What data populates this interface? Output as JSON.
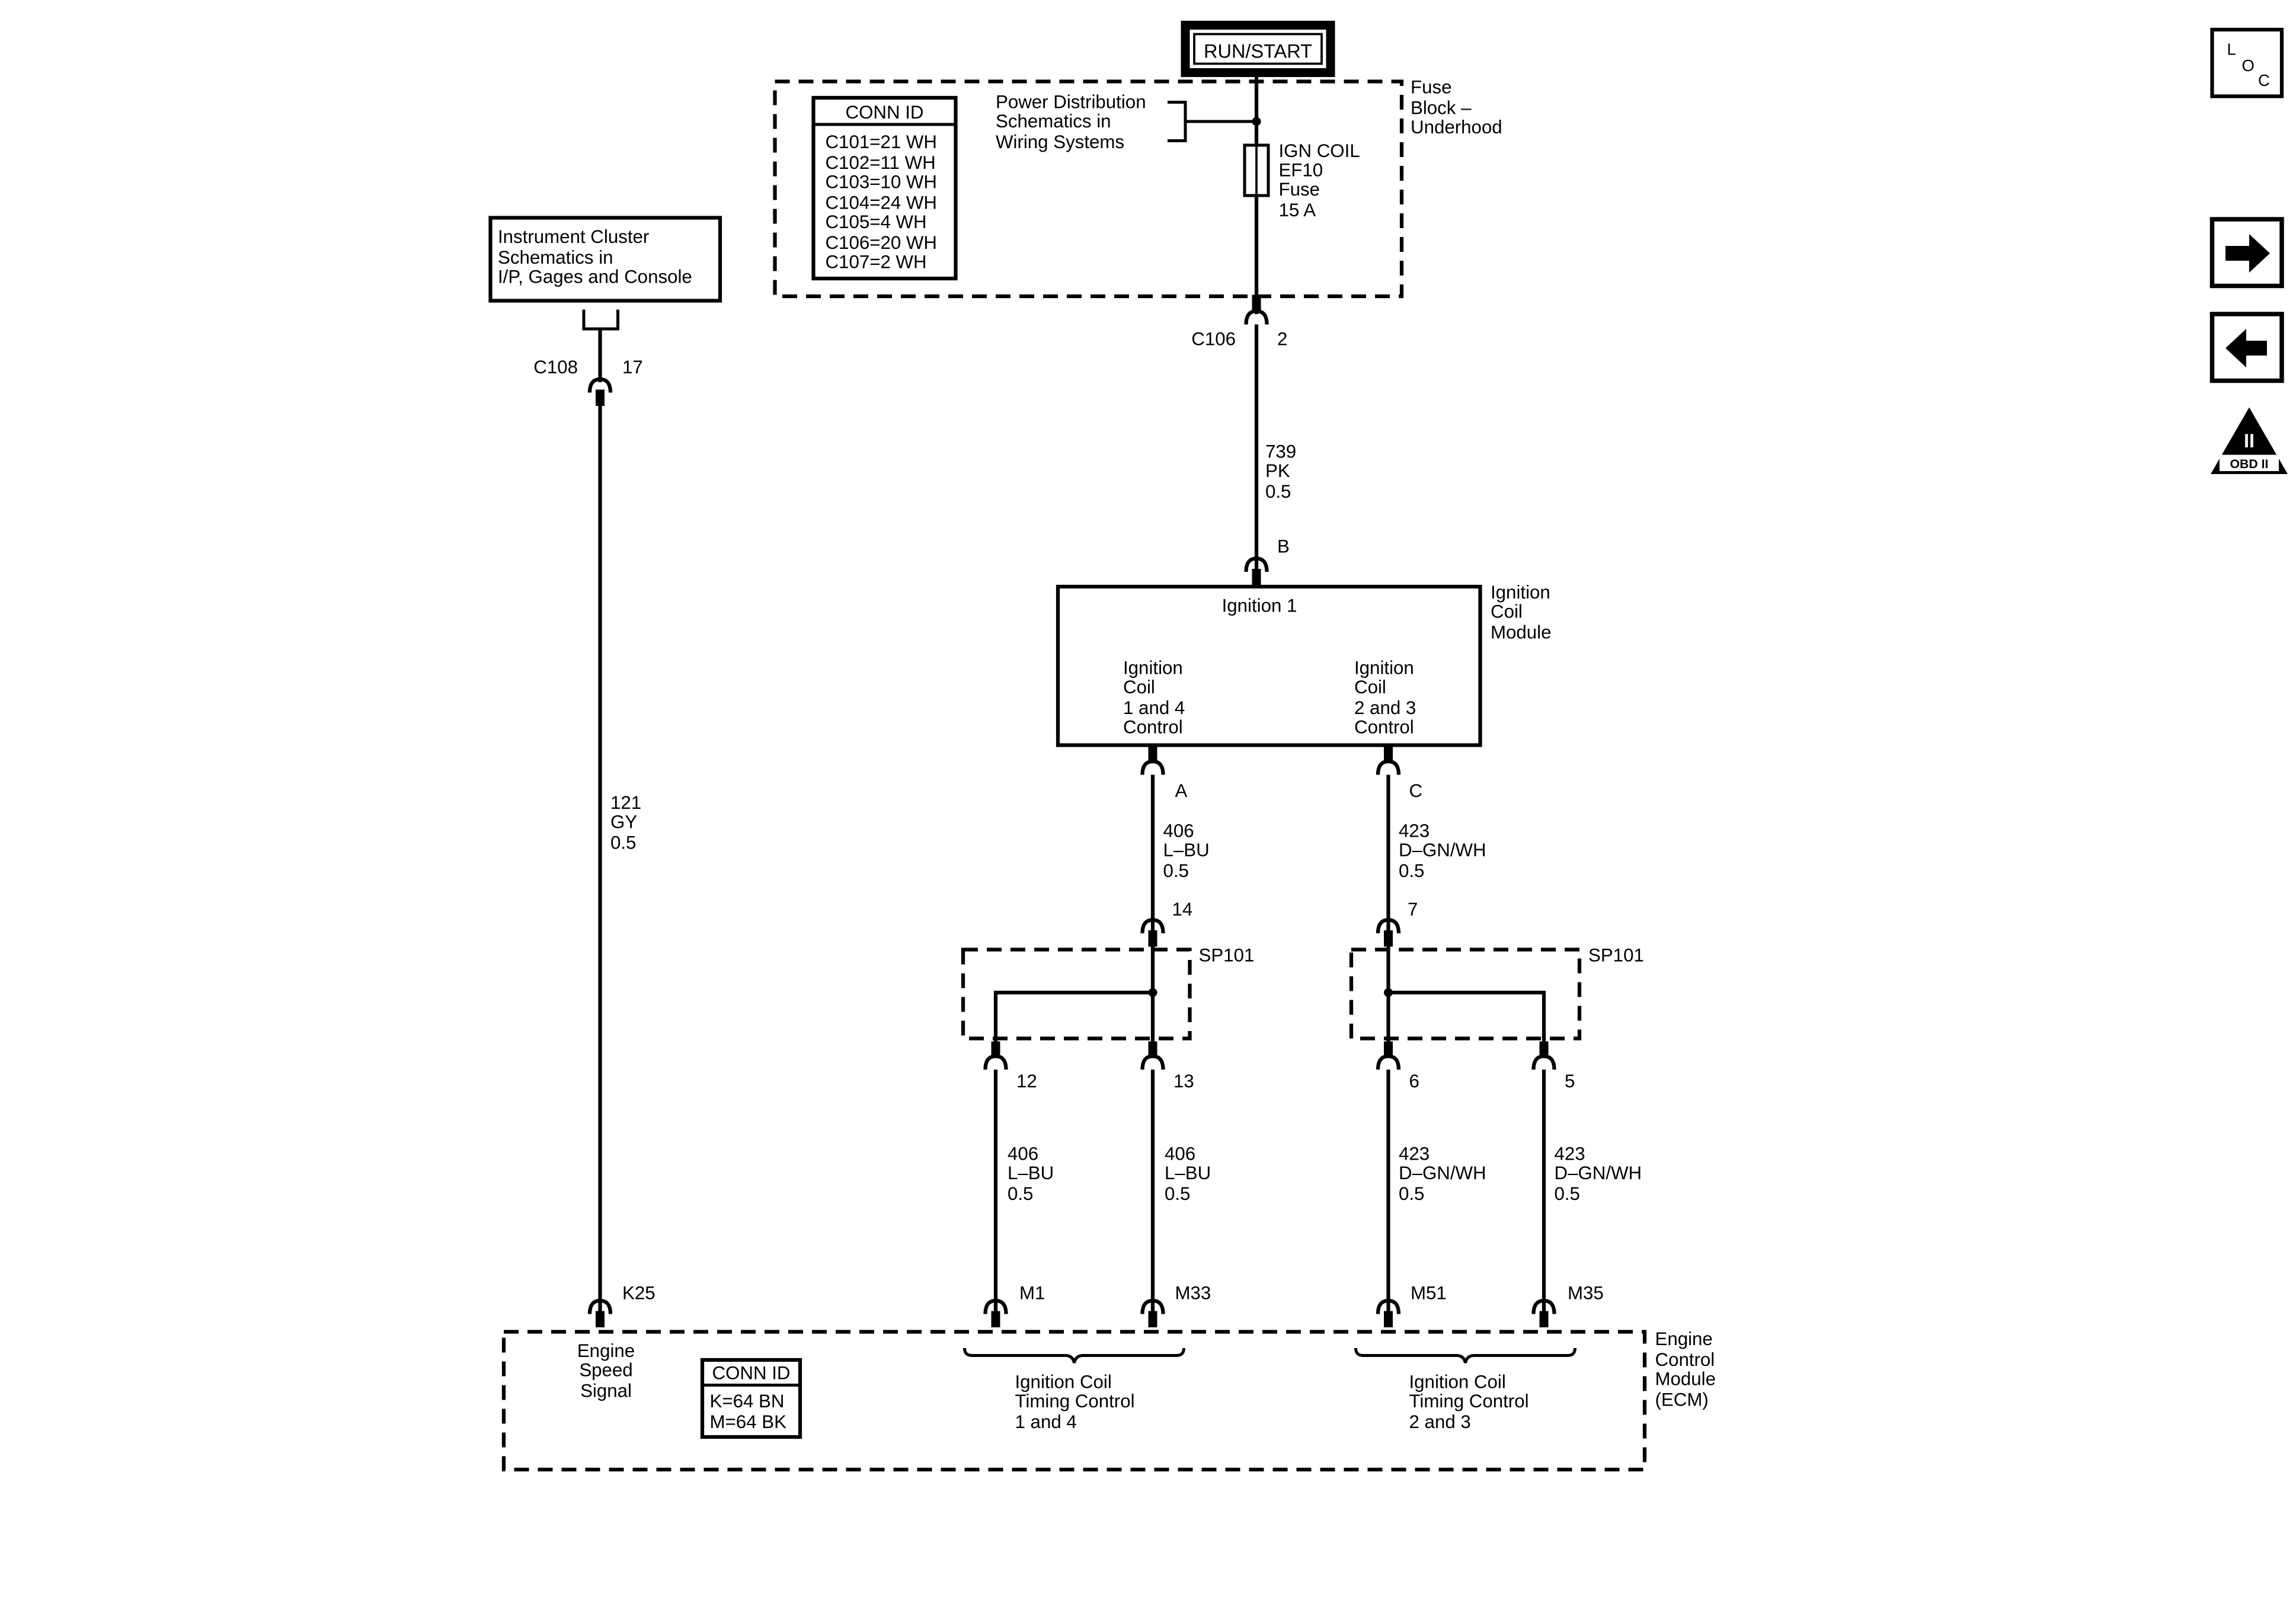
{
  "run_start": "RUN/START",
  "fuse_block": {
    "conn_id_title": "CONN ID",
    "conn_ids": [
      "C101=21 WH",
      "C102=11 WH",
      "C103=10 WH",
      "C104=24 WH",
      "C105=4 WH",
      "C106=20 WH",
      "C107=2 WH"
    ],
    "power_ref": [
      "Power Distribution",
      "Schematics in",
      "Wiring Systems"
    ],
    "fuse_label": [
      "IGN COIL",
      "EF10",
      "Fuse",
      "15 A"
    ],
    "block_label": [
      "Fuse",
      "Block –",
      "Underhood"
    ]
  },
  "c106": {
    "connector": "C106",
    "pin": "2"
  },
  "wire_739": [
    "739",
    "PK",
    "0.5"
  ],
  "icm": {
    "pin_b": "B",
    "ignition": "Ignition 1",
    "label": [
      "Ignition",
      "Coil",
      "Module"
    ],
    "ctrl_14": [
      "Ignition",
      "Coil",
      "1 and 4",
      "Control"
    ],
    "ctrl_23": [
      "Ignition",
      "Coil",
      "2 and 3",
      "Control"
    ],
    "pin_a": "A",
    "pin_c": "C"
  },
  "wire_406": [
    "406",
    "L–BU",
    "0.5"
  ],
  "wire_423": [
    "423",
    "D–GN/WH",
    "0.5"
  ],
  "splice": {
    "name": "SP101",
    "pins_left": [
      "14",
      "12",
      "13"
    ],
    "pins_right": [
      "7",
      "6",
      "5"
    ]
  },
  "cluster": {
    "ref": [
      "Instrument Cluster",
      "Schematics in",
      "I/P, Gages and Console"
    ],
    "connector": "C108",
    "pin": "17"
  },
  "wire_121": [
    "121",
    "GY",
    "0.5"
  ],
  "ecm": {
    "pins": [
      "K25",
      "M1",
      "M33",
      "M51",
      "M35"
    ],
    "speed_signal": [
      "Engine",
      "Speed",
      "Signal"
    ],
    "conn_id_title": "CONN ID",
    "conn_ids": [
      "K=64 BN",
      "M=64 BK"
    ],
    "timing_14": [
      "Ignition Coil",
      "Timing Control",
      "1 and 4"
    ],
    "timing_23": [
      "Ignition Coil",
      "Timing Control",
      "2 and 3"
    ],
    "label": [
      "Engine",
      "Control",
      "Module",
      "(ECM)"
    ]
  },
  "nav": {
    "loc": [
      "L",
      "O",
      "C"
    ],
    "obd": [
      "II",
      "OBD II"
    ]
  }
}
